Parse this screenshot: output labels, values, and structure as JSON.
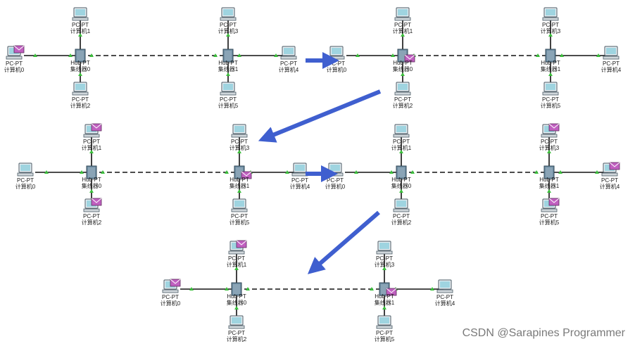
{
  "watermark": "CSDN @Sarapines Programmer",
  "icons": {
    "pc": "desktop-pc-icon",
    "hub": "hub-icon",
    "packet": "envelope-packet-icon",
    "arrow": "blue-arrow-icon"
  },
  "colors": {
    "arrow": "#3f5fcf",
    "link_dot": "#3cbf3c",
    "packet": "#c060c0",
    "pc_screen": "#9fd4e0",
    "hub": "#6f8ea3"
  },
  "panels": [
    {
      "hub0": {
        "t1": "Hub-PT",
        "t2": "集线器0"
      },
      "hub1": {
        "t1": "Hub-PT",
        "t2": "集线器1"
      },
      "pcs": [
        {
          "t1": "PC-PT",
          "t2": "计算机1",
          "packet": false
        },
        {
          "t1": "PC-PT",
          "t2": "计算机0",
          "packet": true
        },
        {
          "t1": "PC-PT",
          "t2": "计算机2",
          "packet": false
        },
        {
          "t1": "PC-PT",
          "t2": "计算机3",
          "packet": false
        },
        {
          "t1": "PC-PT",
          "t2": "计算机4",
          "packet": false
        },
        {
          "t1": "PC-PT",
          "t2": "计算机5",
          "packet": false
        }
      ],
      "hub0_packet": false,
      "hub1_packet": false
    },
    {
      "hub0": {
        "t1": "Hub-PT",
        "t2": "集线器0"
      },
      "hub1": {
        "t1": "Hub-PT",
        "t2": "集线器1"
      },
      "pcs": [
        {
          "t1": "PC-PT",
          "t2": "计算机1",
          "packet": false
        },
        {
          "t1": "PC-PT",
          "t2": "计算机0",
          "packet": false
        },
        {
          "t1": "PC-PT",
          "t2": "计算机2",
          "packet": false
        },
        {
          "t1": "PC-PT",
          "t2": "计算机3",
          "packet": false
        },
        {
          "t1": "PC-PT",
          "t2": "计算机4",
          "packet": false
        },
        {
          "t1": "PC-PT",
          "t2": "计算机5",
          "packet": false
        }
      ],
      "hub0_packet": true,
      "hub1_packet": false
    },
    {
      "hub0": {
        "t1": "Hub-PT",
        "t2": "集线器0"
      },
      "hub1": {
        "t1": "Hub-PT",
        "t2": "集线器1"
      },
      "pcs": [
        {
          "t1": "PC-PT",
          "t2": "计算机1",
          "packet": true
        },
        {
          "t1": "PC-PT",
          "t2": "计算机0",
          "packet": false
        },
        {
          "t1": "PC-PT",
          "t2": "计算机2",
          "packet": true
        },
        {
          "t1": "PC-PT",
          "t2": "计算机3",
          "packet": false
        },
        {
          "t1": "PC-PT",
          "t2": "计算机4",
          "packet": false
        },
        {
          "t1": "PC-PT",
          "t2": "计算机5",
          "packet": false
        }
      ],
      "hub0_packet": false,
      "hub1_packet": true
    },
    {
      "hub0": {
        "t1": "Hub-PT",
        "t2": "集线器0"
      },
      "hub1": {
        "t1": "Hub-PT",
        "t2": "集线器1"
      },
      "pcs": [
        {
          "t1": "PC-PT",
          "t2": "计算机1",
          "packet": false
        },
        {
          "t1": "PC-PT",
          "t2": "计算机0",
          "packet": false
        },
        {
          "t1": "PC-PT",
          "t2": "计算机2",
          "packet": false
        },
        {
          "t1": "PC-PT",
          "t2": "计算机3",
          "packet": true
        },
        {
          "t1": "PC-PT",
          "t2": "计算机4",
          "packet": true
        },
        {
          "t1": "PC-PT",
          "t2": "计算机5",
          "packet": true
        }
      ],
      "hub0_packet": false,
      "hub1_packet": false
    },
    {
      "hub0": {
        "t1": "Hub-PT",
        "t2": "集线器0"
      },
      "hub1": {
        "t1": "Hub-PT",
        "t2": "集线器1"
      },
      "pcs": [
        {
          "t1": "PC-PT",
          "t2": "计算机1",
          "packet": true
        },
        {
          "t1": "PC-PT",
          "t2": "计算机0",
          "packet": true
        },
        {
          "t1": "PC-PT",
          "t2": "计算机2",
          "packet": false
        },
        {
          "t1": "PC-PT",
          "t2": "计算机3",
          "packet": false
        },
        {
          "t1": "PC-PT",
          "t2": "计算机4",
          "packet": false
        },
        {
          "t1": "PC-PT",
          "t2": "计算机5",
          "packet": false
        }
      ],
      "hub0_packet": false,
      "hub1_packet": true
    }
  ]
}
